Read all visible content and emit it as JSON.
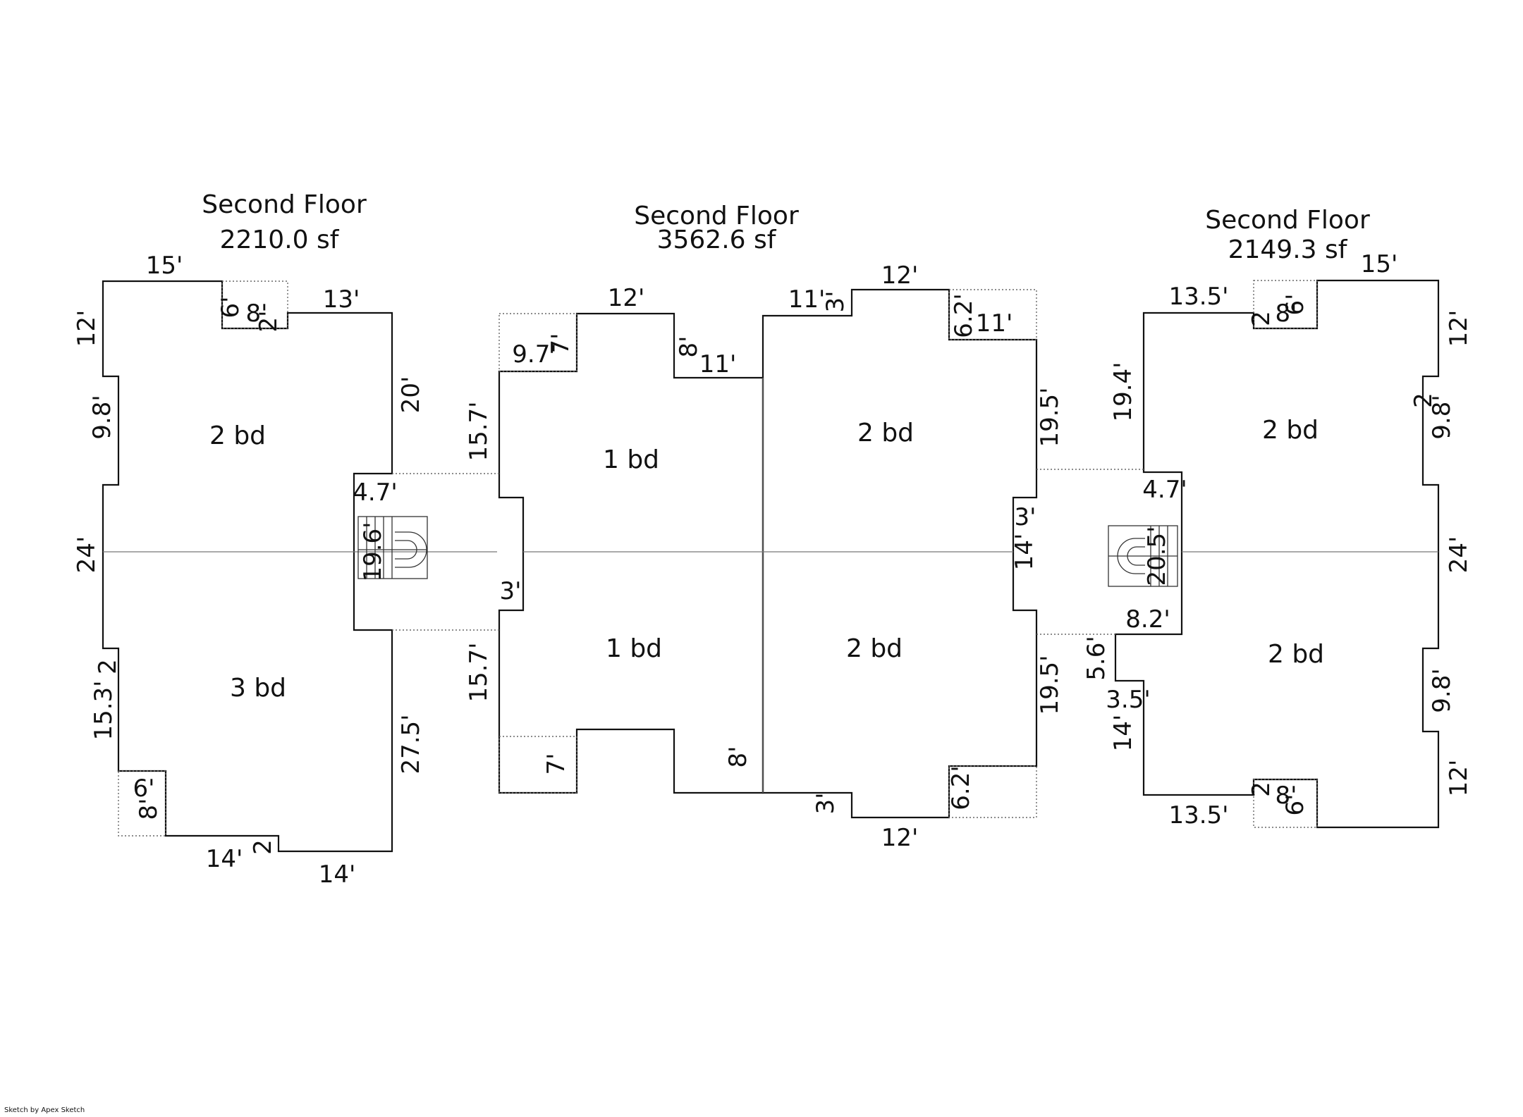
{
  "units": [
    {
      "title": "Second Floor",
      "area": "2210.0 sf",
      "rooms": [
        "2 bd",
        "3 bd"
      ],
      "dims": [
        "15'",
        "6'",
        "8'",
        "2'",
        "13'",
        "12'",
        "9.8'",
        "20'",
        "24'",
        "4.7'",
        "19.6'",
        "15.3'",
        "2",
        "27.5'",
        "6'",
        "8'",
        "14'",
        "2",
        "14'"
      ]
    },
    {
      "title": "Second Floor",
      "area": "3562.6 sf",
      "rooms": [
        "1 bd",
        "1 bd",
        "2 bd",
        "2 bd"
      ],
      "dims": [
        "12'",
        "7'",
        "9.7'",
        "8'",
        "11'",
        "15.7'",
        "3'",
        "15.7'",
        "7'",
        "11'",
        "3'",
        "12'",
        "6.2'",
        "11'",
        "19.5'",
        "3'",
        "14'",
        "19.5'",
        "8'",
        "3'",
        "6.2'",
        "12'"
      ]
    },
    {
      "title": "Second Floor",
      "area": "2149.3 sf",
      "rooms": [
        "2 bd",
        "2 bd"
      ],
      "dims": [
        "13.5'",
        "2",
        "8'",
        "6'",
        "15'",
        "19.4'",
        "12'",
        "2",
        "9.8'",
        "4.7'",
        "20.5'",
        "24'",
        "8.2'",
        "5.6'",
        "3.5'",
        "14'",
        "9.8'",
        "12'",
        "2",
        "8'",
        "6'",
        "13.5'"
      ]
    }
  ],
  "credit": "Sketch by Apex Sketch"
}
